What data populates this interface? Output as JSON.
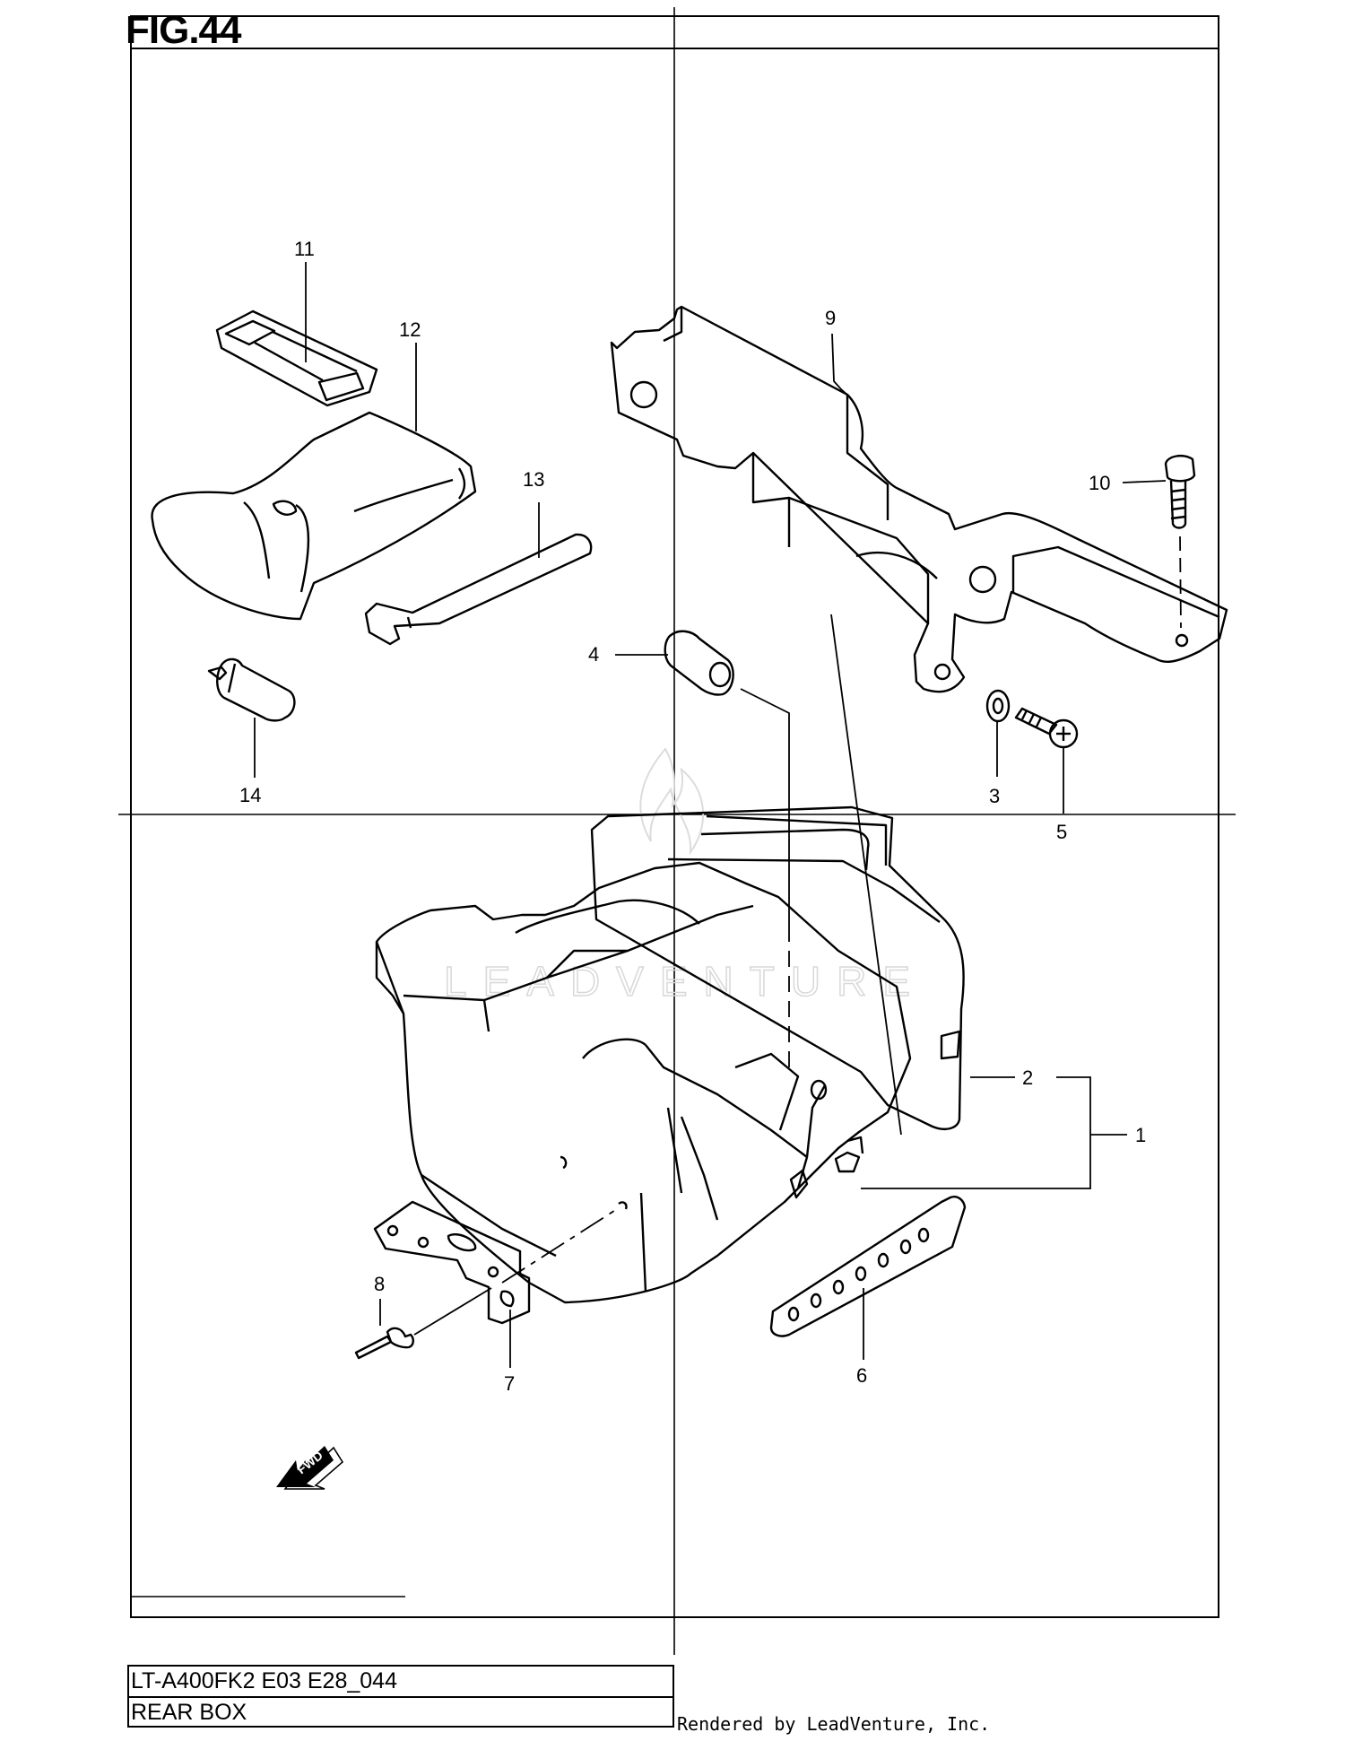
{
  "figure": {
    "title": "FIG.44"
  },
  "callouts": [
    "1",
    "2",
    "3",
    "4",
    "5",
    "6",
    "7",
    "8",
    "9",
    "10",
    "11",
    "12",
    "13",
    "14"
  ],
  "title_block": {
    "model_code": "LT-A400FK2 E03 E28_044",
    "section_name": "REAR BOX"
  },
  "footer": {
    "rendered_by": "Rendered by LeadVenture, Inc."
  },
  "watermark": {
    "text": "LEADVENTURE"
  },
  "direction_marker": {
    "text": "FWD"
  }
}
